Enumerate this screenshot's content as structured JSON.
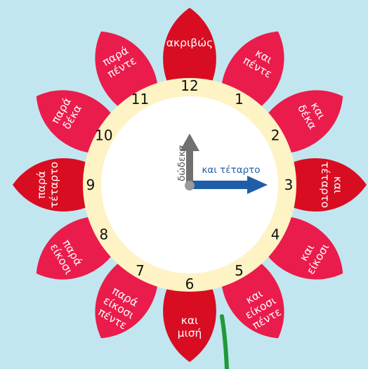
{
  "colors": {
    "background": "#c2e6f0",
    "petal_light": "#ea1c4c",
    "petal_dark": "#d80d22",
    "stem": "#1f9a3a",
    "ring": "#fdf3c4",
    "face": "#ffffff",
    "hour_hand": "#707070",
    "minute_hand": "#1e5ea8",
    "minute_label": "#1e5ea8",
    "hour_label": "#555555"
  },
  "numbers": [
    "12",
    "1",
    "2",
    "3",
    "4",
    "5",
    "6",
    "7",
    "8",
    "9",
    "10",
    "11"
  ],
  "petals": [
    [
      "ακριβώς"
    ],
    [
      "και",
      "πέντε"
    ],
    [
      "και",
      "δέκα"
    ],
    [
      "και",
      "τέταρτο"
    ],
    [
      "και",
      "είκοσι"
    ],
    [
      "και",
      "είκοσι",
      "πέντε"
    ],
    [
      "και",
      "μισή"
    ],
    [
      "παρά",
      "είκοσι",
      "πέντε"
    ],
    [
      "παρά",
      "είκοσι"
    ],
    [
      "παρά",
      "τέταρτο"
    ],
    [
      "παρά",
      "δέκα"
    ],
    [
      "παρά",
      "πέντε"
    ]
  ],
  "hands": {
    "hour_label": "δώδεκα",
    "minute_label": "και τέταρτο"
  },
  "icons": {
    "stem": "flower-stem-icon"
  }
}
